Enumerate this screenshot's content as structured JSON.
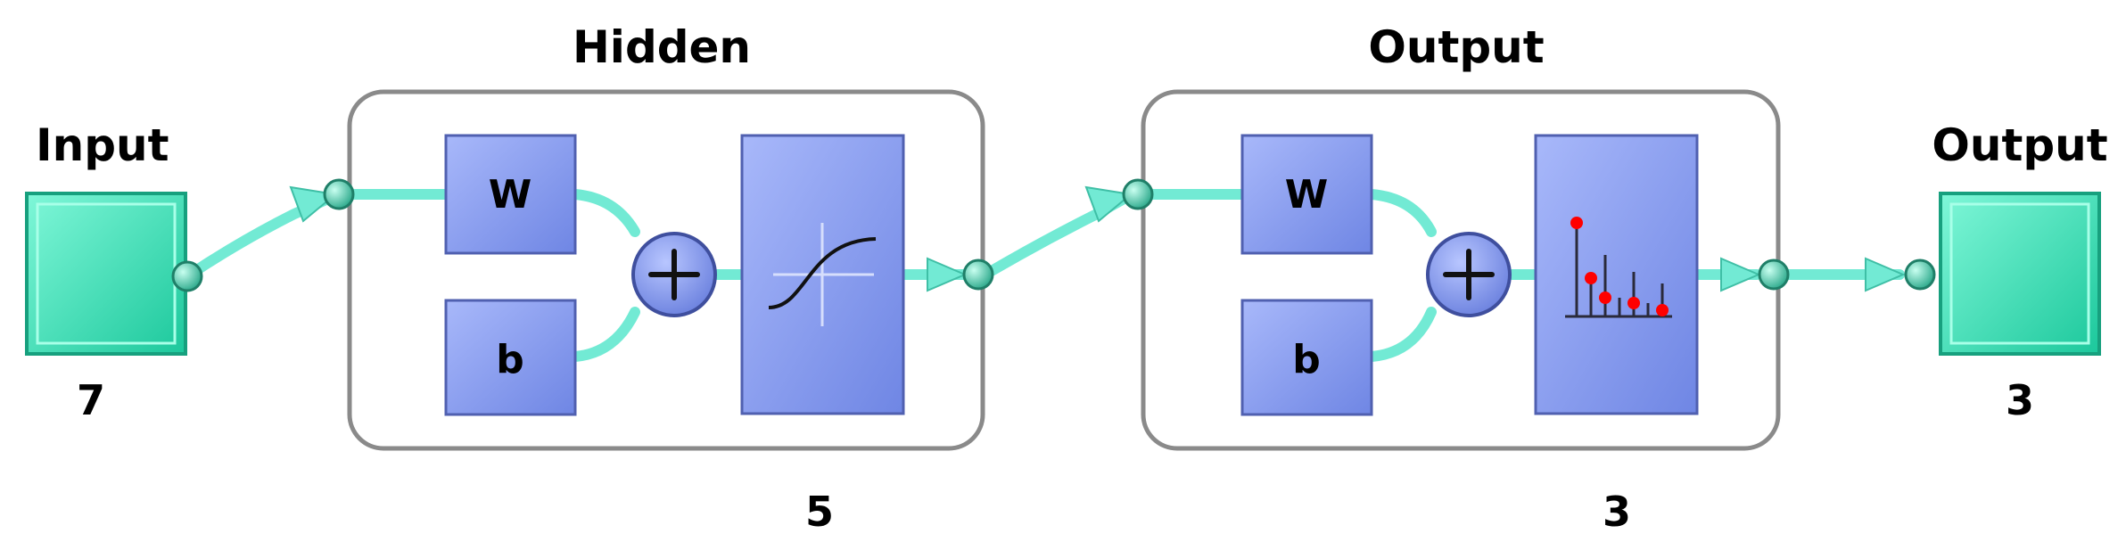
{
  "input": {
    "title": "Input",
    "size": "7"
  },
  "hidden": {
    "title": "Hidden",
    "size": "5",
    "weight_label": "W",
    "bias_label": "b",
    "sum_icon": "plus-icon",
    "transfer_icon": "sigmoid-curve-icon"
  },
  "output_layer": {
    "title": "Output",
    "size": "3",
    "weight_label": "W",
    "bias_label": "b",
    "sum_icon": "plus-icon",
    "transfer_icon": "softmax-stem-icon"
  },
  "output": {
    "title": "Output",
    "size": "3"
  },
  "colors": {
    "node_fill": "#30ecc0",
    "connector": "#72ead4",
    "block_fill": "#8aa0f2",
    "block_border": "#5060b0",
    "layer_border": "#8a8a8a",
    "stem_markers": "#ff0000"
  }
}
